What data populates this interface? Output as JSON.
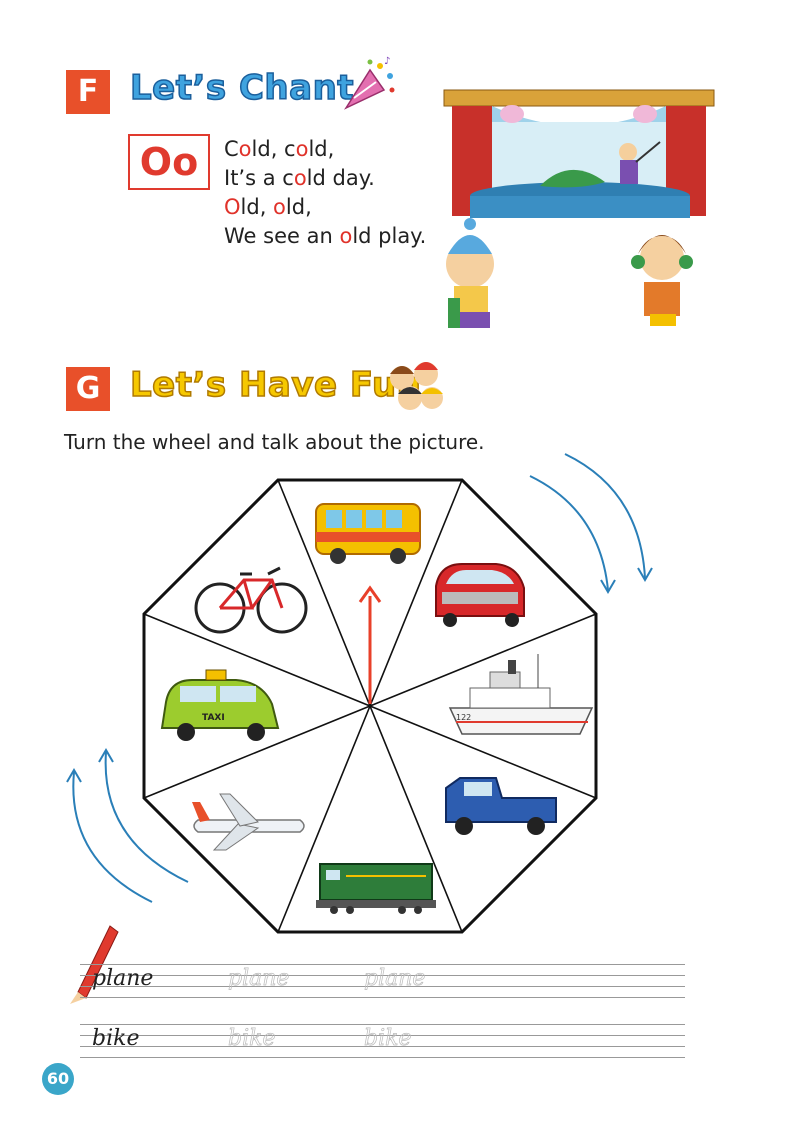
{
  "section_f": {
    "letter": "F",
    "title": "Let’s Chant",
    "phonics_letter": "Oo",
    "chant": [
      [
        {
          "t": "C",
          "h": false
        },
        {
          "t": "o",
          "h": true
        },
        {
          "t": "ld, c",
          "h": false
        },
        {
          "t": "o",
          "h": true
        },
        {
          "t": "ld,",
          "h": false
        }
      ],
      [
        {
          "t": "It’s a c",
          "h": false
        },
        {
          "t": "o",
          "h": true
        },
        {
          "t": "ld day.",
          "h": false
        }
      ],
      [
        {
          "t": "O",
          "h": true
        },
        {
          "t": "ld, ",
          "h": false
        },
        {
          "t": "o",
          "h": true
        },
        {
          "t": "ld,",
          "h": false
        }
      ],
      [
        {
          "t": "We see an ",
          "h": false
        },
        {
          "t": "o",
          "h": true
        },
        {
          "t": "ld play.",
          "h": false
        }
      ]
    ]
  },
  "section_g": {
    "letter": "G",
    "title": "Let’s Have Fun",
    "instruction": "Turn the wheel and talk about the picture."
  },
  "wheel": {
    "segments": [
      "bus",
      "car",
      "ship",
      "truck",
      "train",
      "plane",
      "taxi",
      "bike"
    ],
    "taxi_sign": "TAXI",
    "ship_number": "122"
  },
  "writing": {
    "badge": "WRITE",
    "rows": [
      {
        "word": "plane",
        "trace1": "plane",
        "trace2": "plane"
      },
      {
        "word": "bike",
        "trace1": "bike",
        "trace2": "bike"
      }
    ]
  },
  "page_number": "60",
  "colors": {
    "accent_red": "#e8502a",
    "title_blue": "#3fa3df",
    "title_yellow": "#f6c800",
    "highlight_red": "#e0322a",
    "arrow_blue": "#2a7fb8",
    "page_badge": "#3aa6c9"
  }
}
